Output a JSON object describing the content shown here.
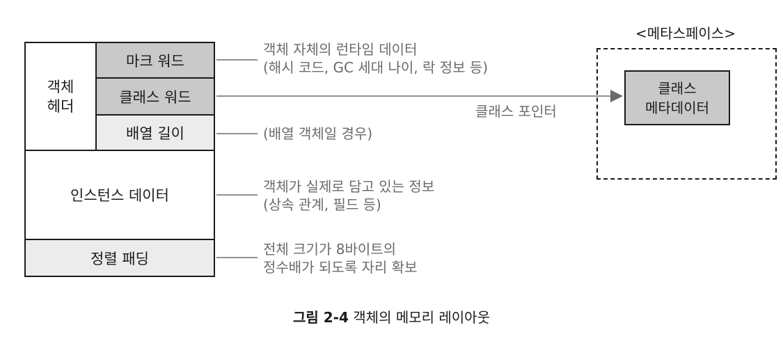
{
  "object_header_label": [
    "객체",
    "헤더"
  ],
  "header_fields": {
    "mark_word": "마크 워드",
    "class_word": "클래스 워드",
    "array_length": "배열 길이"
  },
  "instance_data": "인스턴스 데이터",
  "padding": "정렬 패딩",
  "notes": {
    "mark_word": [
      "객체 자체의 런타임 데이터",
      "(해시 코드, GC 세대 나이, 락 정보 등)"
    ],
    "class_pointer": "클래스 포인터",
    "array_length": "(배열 객체일 경우)",
    "instance_data": [
      "객체가 실제로 담고 있는 정보",
      "(상속 관계, 필드 등)"
    ],
    "padding": [
      "전체 크기가 8바이트의",
      "정수배가 되도록 자리 확보"
    ]
  },
  "metaspace": {
    "title": "<메타스페이스>",
    "box_lines": [
      "클래스",
      "메타데이터"
    ]
  },
  "caption": {
    "figure": "그림 2-4",
    "text": "객체의 메모리 레이아웃"
  }
}
